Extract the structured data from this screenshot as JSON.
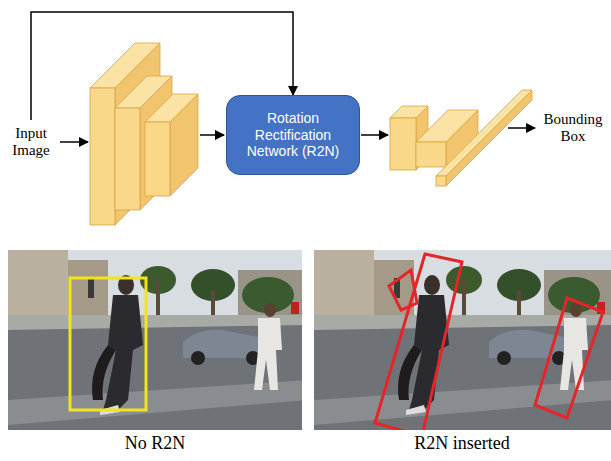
{
  "diagram": {
    "nodes": [
      {
        "text": [
          "Input Image"
        ]
      },
      {
        "text": [
          "Rotation Rectification Network (R2N)"
        ]
      },
      {
        "text": [
          "Bounding Box"
        ]
      }
    ],
    "edges": [
      {
        "from": 0,
        "to": 1,
        "arrow": "to"
      }
    ],
    "labels": [
      "No R2N",
      "R2N inserted"
    ]
  }
}
